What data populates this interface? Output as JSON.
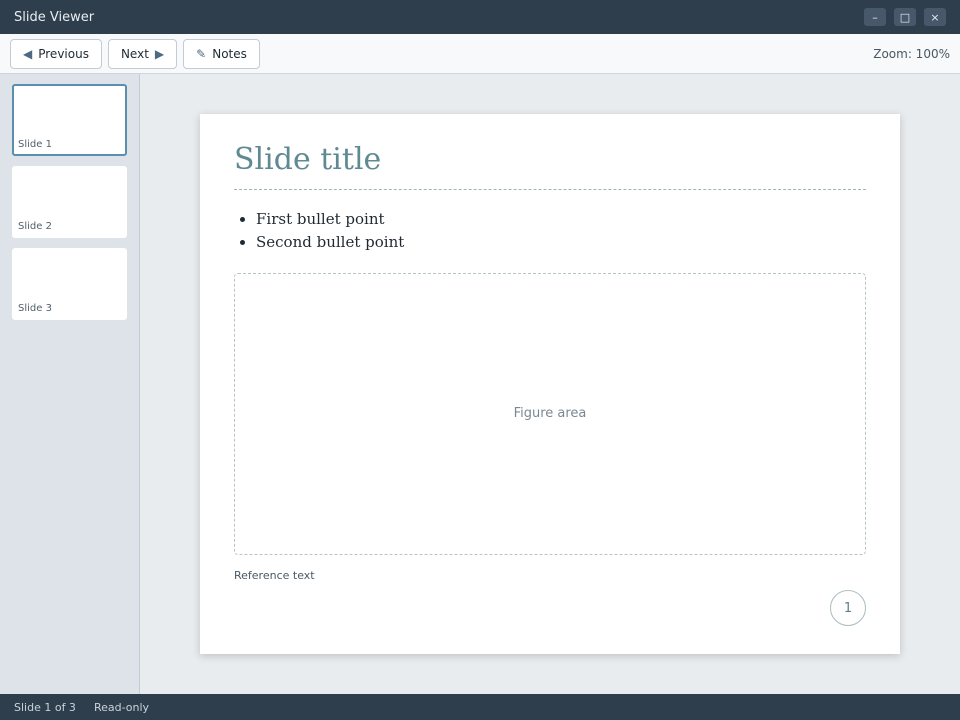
{
  "window": {
    "title": "Slide Viewer"
  },
  "toolbar": {
    "prev_label": "Previous",
    "next_label": "Next",
    "notes_label": "Notes",
    "zoom_label": "Zoom: 100%"
  },
  "thumbs": [
    {
      "label": "Slide 1"
    },
    {
      "label": "Slide 2"
    },
    {
      "label": "Slide 3"
    }
  ],
  "slide": {
    "title": "Slide title",
    "bullets": [
      "First bullet point",
      "Second bullet point"
    ],
    "figure_caption": "Figure area",
    "footnote": "Reference text",
    "page": "1"
  },
  "status": {
    "position": "Slide 1 of 3",
    "mode": "Read-only"
  },
  "colors": {
    "accent": "#5b8fb0",
    "title": "#5f8a92"
  }
}
